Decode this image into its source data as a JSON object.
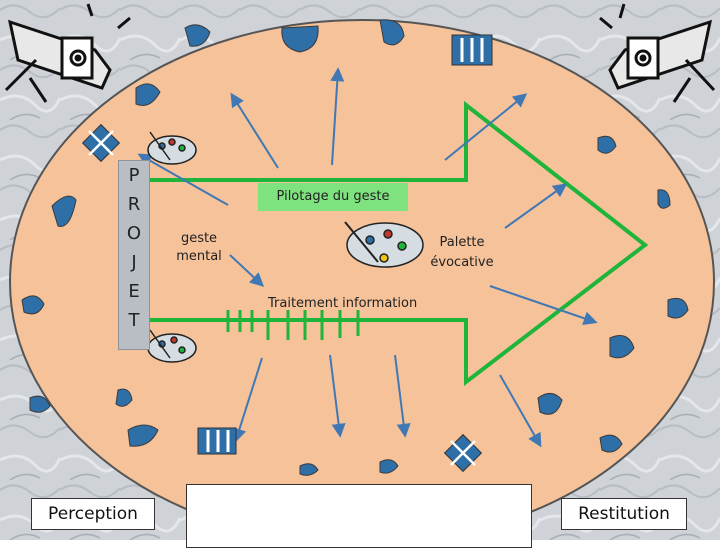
{
  "diagram": {
    "projet_letters": [
      "P",
      "R",
      "O",
      "J",
      "E",
      "T"
    ],
    "pilotage": "Pilotage du geste",
    "geste_mental": [
      "geste",
      "mental"
    ],
    "palette_evocative": [
      "Palette",
      "évocative"
    ],
    "traitement": "Traitement information",
    "perception": "Perception",
    "restitution": "Restitution"
  },
  "colors": {
    "oval_fill": "#f5c29a",
    "oval_stroke": "#555555",
    "arrow_green": "#1fb43a",
    "pilot_bg": "#7ee37e",
    "shape_blue": "#2f6fa8",
    "marble": "#cfd3d8"
  }
}
